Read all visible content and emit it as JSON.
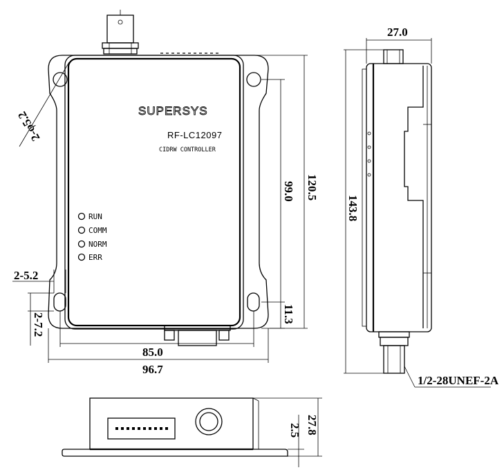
{
  "brand": "SUPERSYS",
  "model": "RF-LC12097",
  "subtitle": "CIDRW CONTROLLER",
  "leds": [
    {
      "label": "RUN"
    },
    {
      "label": "COMM"
    },
    {
      "label": "NORM"
    },
    {
      "label": "ERR"
    }
  ],
  "dimensions": {
    "hole_dia": "2-φ5.2",
    "slot_width": "2-5.2",
    "slot_length": "2-7.2",
    "hole_spacing_w": "85.0",
    "overall_width": "96.7",
    "hole_spacing_h": "99.0",
    "flange_height": "120.5",
    "overall_height": "143.8",
    "slot_offset": "11.3",
    "depth_top": "27.0",
    "thread": "1/2-28UNEF-2A",
    "flange_thickness": "2.5",
    "depth_bottom": "27.8"
  }
}
